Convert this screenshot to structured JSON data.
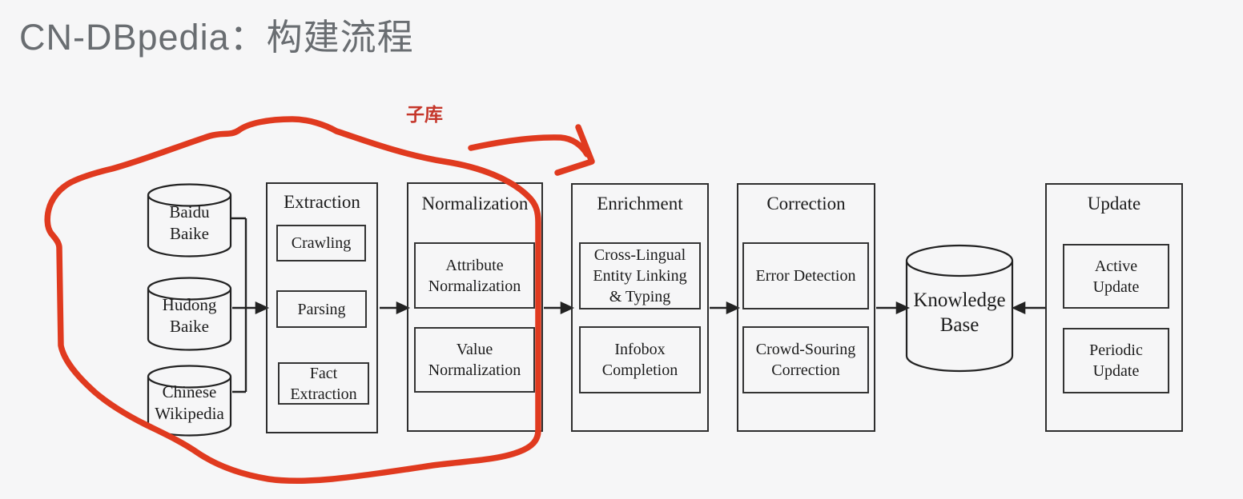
{
  "title": "CN-DBpedia：构建流程",
  "annotation": {
    "label": "子库"
  },
  "colors": {
    "accent_red": "#e03a1f",
    "ink": "#1c1c1c",
    "title_gray": "#696d71"
  },
  "sources": [
    {
      "lines": [
        "Baidu",
        "Baike"
      ]
    },
    {
      "lines": [
        "Hudong",
        "Baike"
      ]
    },
    {
      "lines": [
        "Chinese",
        "Wikipedia"
      ]
    }
  ],
  "stages": [
    {
      "title": "Extraction",
      "boxes": [
        {
          "lines": [
            "Crawling"
          ]
        },
        {
          "lines": [
            "Parsing"
          ]
        },
        {
          "lines": [
            "Fact",
            "Extraction"
          ]
        }
      ]
    },
    {
      "title": "Normalization",
      "boxes": [
        {
          "lines": [
            "Attribute",
            "Normalization"
          ]
        },
        {
          "lines": [
            "Value",
            "Normalization"
          ]
        }
      ]
    },
    {
      "title": "Enrichment",
      "boxes": [
        {
          "lines": [
            "Cross-Lingual",
            "Entity Linking",
            "& Typing"
          ]
        },
        {
          "lines": [
            "Infobox",
            "Completion"
          ]
        }
      ]
    },
    {
      "title": "Correction",
      "boxes": [
        {
          "lines": [
            "Error Detection"
          ]
        },
        {
          "lines": [
            "Crowd-Souring",
            "Correction"
          ]
        }
      ]
    },
    {
      "title": "Update",
      "boxes": [
        {
          "lines": [
            "Active",
            "Update"
          ]
        },
        {
          "lines": [
            "Periodic",
            "Update"
          ]
        }
      ]
    }
  ],
  "knowledge_base": {
    "lines": [
      "Knowledge",
      "Base"
    ]
  }
}
